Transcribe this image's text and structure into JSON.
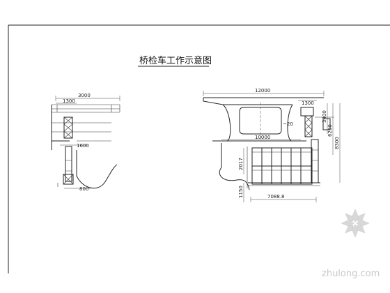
{
  "title": "桥检车工作示意图",
  "left_view": {
    "dim_top": "3000",
    "dim_small": "1300",
    "dim_mid": "1600",
    "dim_bottom": "800"
  },
  "right_view": {
    "dim_top": "12000",
    "dim_right_small": "1300",
    "dim_approx": "~20",
    "dim_v1": "3400",
    "dim_v2": "6250",
    "dim_v3": "8300",
    "dim_deck": "10000",
    "dim_side1": "2017",
    "dim_side2": "1150",
    "dim_bottom": "7088.8"
  },
  "watermark": "zhulong.com"
}
